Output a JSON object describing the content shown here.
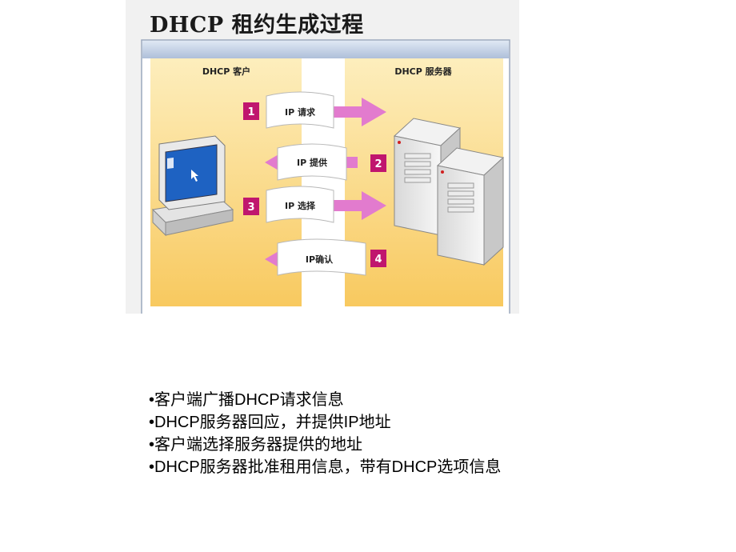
{
  "figure": {
    "title": "DHCP 租约生成过程",
    "client_label": "DHCP 客户",
    "server_label": "DHCP 服务器",
    "steps": [
      {
        "number": "1",
        "label": "IP 请求",
        "direction": "client-to-server"
      },
      {
        "number": "2",
        "label": "IP 提供",
        "direction": "server-to-client"
      },
      {
        "number": "3",
        "label": "IP 选择",
        "direction": "client-to-server"
      },
      {
        "number": "4",
        "label": "IP确认",
        "direction": "server-to-client"
      }
    ],
    "icons": [
      "computer-icon",
      "server-icon"
    ],
    "colors": {
      "panel": "#fbe09a",
      "arrow": "#e27bce",
      "step_badge": "#c0166e",
      "header_bar": "#c4d3e8"
    }
  },
  "bullets": [
    "客户端广播DHCP请求信息",
    "DHCP服务器回应，并提供IP地址",
    "客户端选择服务器提供的地址",
    "DHCP服务器批准租用信息，带有DHCP选项信息"
  ]
}
